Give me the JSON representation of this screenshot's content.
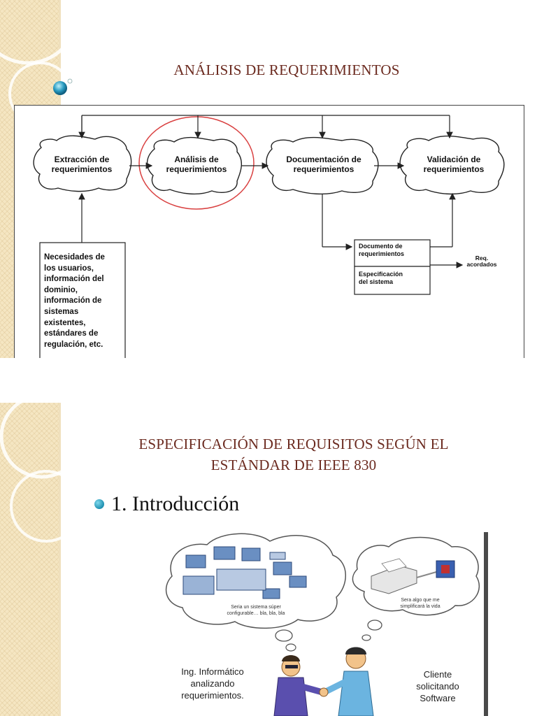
{
  "slide1": {
    "title": "ANÁLISIS DE REQUERIMIENTOS",
    "diagram": {
      "process1": [
        "Extracción de",
        "requerimientos"
      ],
      "process2": [
        "Análisis de",
        "requerimientos"
      ],
      "process3": [
        "Documentación de",
        "requerimientos"
      ],
      "process4": [
        "Validación de",
        "requerimientos"
      ],
      "inputs": [
        "Necesidades de",
        "los usuarios,",
        "información del",
        "dominio,",
        "información de",
        "sistemas",
        "existentes,",
        "estándares de",
        "regulación, etc."
      ],
      "doc_box": [
        "Documento de",
        "requerimientos"
      ],
      "spec_box": [
        "Especificación",
        "del sistema"
      ],
      "output": [
        "Req.",
        "acordados"
      ]
    }
  },
  "slide2": {
    "title_line1": "ESPECIFICACIÓN DE REQUISITOS SEGÚN EL",
    "title_line2": "ESTÁNDAR DE IEEE 830",
    "bullet": "1. Introducción",
    "illustration": {
      "left_thought": [
        "Seria un sistema súper",
        "configurable… bla, bla, bla"
      ],
      "right_thought": [
        "Sera algo que me",
        "simplificará la vida"
      ],
      "left_caption": [
        "Ing. Informático",
        "analizando",
        "requerimientos."
      ],
      "right_caption": [
        "Cliente",
        "solicitando",
        "Software"
      ]
    }
  },
  "colors": {
    "title": "#6b2a1f",
    "accent": "#1e8fb0",
    "strip": "#f5e6c2",
    "highlight": "#d94040"
  }
}
